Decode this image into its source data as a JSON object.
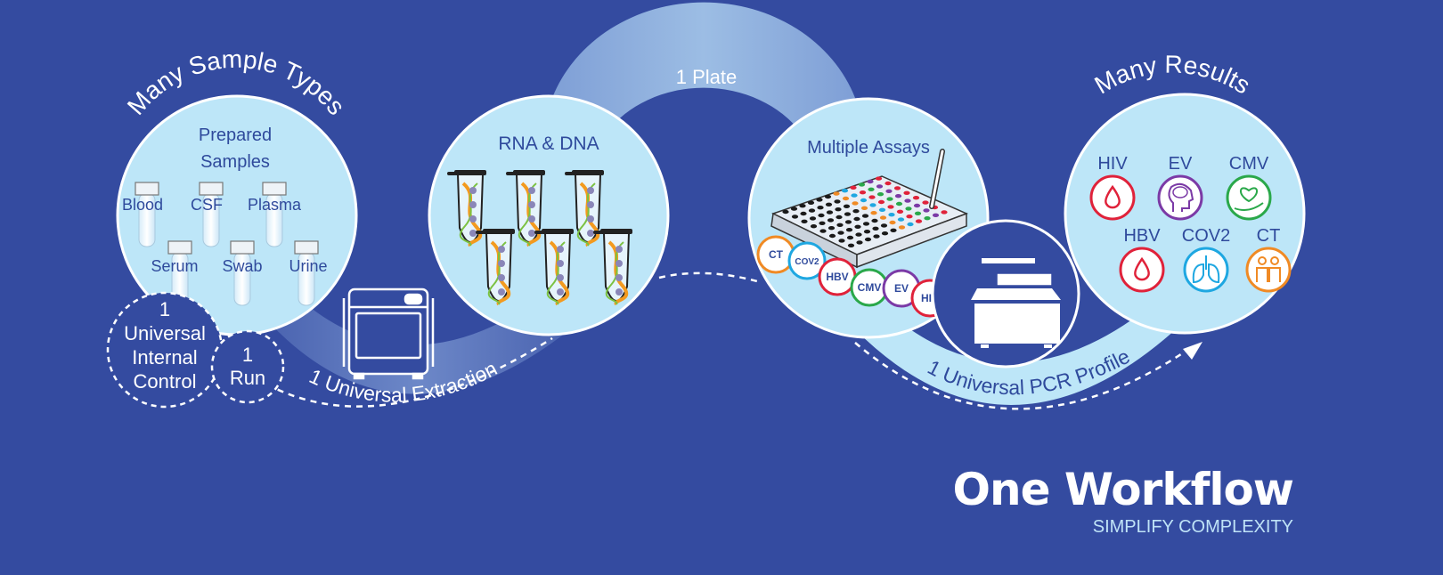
{
  "colors": {
    "background": "#344ba0",
    "circle_fill": "#bde6f8",
    "circle_text": "#2f4a9c",
    "arc_light": "#8fb3de",
    "arc_mid": "#6b86c4",
    "white": "#ffffff",
    "assay_ct": "#f08a24",
    "assay_cov2": "#1ea7e1",
    "assay_hbv": "#e0223a",
    "assay_cmv": "#2aa84a",
    "assay_ev": "#7b3aa6",
    "assay_hiv": "#e0223a"
  },
  "stages": {
    "samples": {
      "arc_title": "Many Sample Types",
      "heading_line1": "Prepared",
      "heading_line2": "Samples",
      "tubes": [
        "Blood",
        "CSF",
        "Plasma",
        "Serum",
        "Swab",
        "Urine"
      ]
    },
    "control": {
      "line1": "1",
      "line2": "Universal",
      "line3": "Internal",
      "line4": "Control"
    },
    "run": {
      "line1": "1",
      "line2": "Run"
    },
    "extraction": {
      "label": "1 Universal Extraction",
      "icon": "extraction-instrument-icon"
    },
    "nucleic": {
      "heading": "RNA & DNA",
      "icon": "microcentrifuge-tube-icon"
    },
    "plate": {
      "label": "1 Plate"
    },
    "assays": {
      "heading": "Multiple Assays",
      "badges": [
        "CT",
        "COV2",
        "HBV",
        "CMV",
        "EV",
        "HIV"
      ]
    },
    "pcr": {
      "label": "1 Universal PCR Profile",
      "icon": "pcr-thermocycler-icon"
    },
    "results": {
      "arc_title": "Many Results",
      "items": [
        {
          "label": "HIV",
          "icon": "blood-drop-icon"
        },
        {
          "label": "EV",
          "icon": "brain-head-icon"
        },
        {
          "label": "CMV",
          "icon": "heart-hand-icon"
        },
        {
          "label": "HBV",
          "icon": "blood-drop-icon"
        },
        {
          "label": "COV2",
          "icon": "lungs-icon"
        },
        {
          "label": "CT",
          "icon": "couple-icon"
        }
      ]
    }
  },
  "brand": {
    "title": "One Workflow",
    "subtitle": "SIMPLIFY COMPLEXITY"
  }
}
